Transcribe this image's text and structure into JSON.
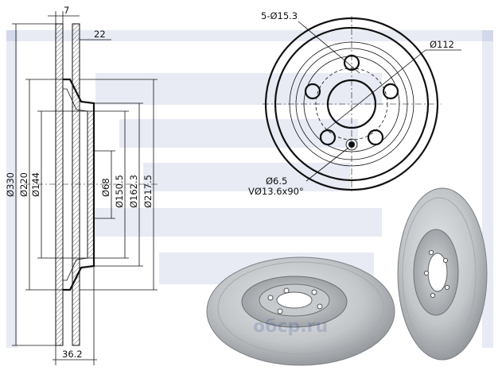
{
  "drawing": {
    "thickness_top": "7",
    "hat_depth": "22",
    "overall_width": "36.2",
    "d_outer": "Ø330",
    "d_friction_inner": "Ø220",
    "d_hat": "Ø144",
    "d_center_bore": "Ø68",
    "d_hub_1": "Ø150.5",
    "d_hub_2": "Ø162.3",
    "d_hub_3": "Ø217.5",
    "bolt_holes": "5-Ø15.3",
    "bolt_circle": "Ø112",
    "small_hole": "Ø6.5",
    "countersink": "VØ13.6x90°"
  },
  "watermark": {
    "site": "oбсp.ru"
  },
  "colors": {
    "line": "#111111",
    "watermark": "#1d3a8f",
    "metal_light": "#d4d6d8",
    "metal_dark": "#8c9094"
  }
}
